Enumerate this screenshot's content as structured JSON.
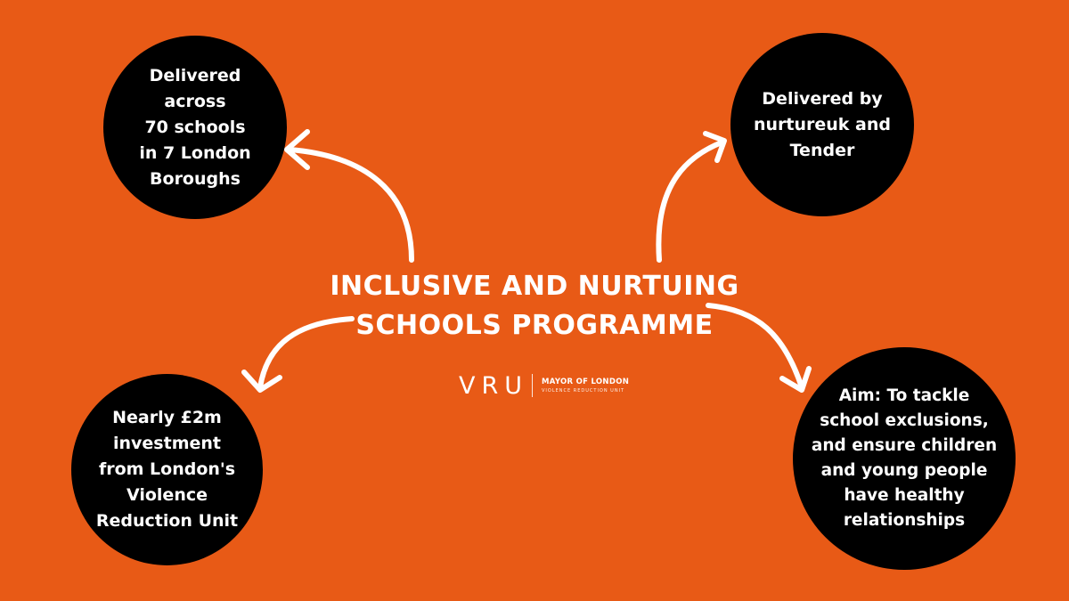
{
  "title": {
    "line1": "INCLUSIVE AND NURTUING",
    "line2": "SCHOOLS PROGRAMME"
  },
  "logo": {
    "vru": "VRU",
    "mayor": "MAYOR OF LONDON",
    "unit": "VIOLENCE REDUCTION UNIT"
  },
  "nodes": {
    "top_left": "Delivered\nacross\n70 schools\nin 7 London\nBoroughs",
    "top_right": "Delivered by\nnurtureuk and\nTender",
    "bottom_left": "Nearly £2m\ninvestment\nfrom London's\nViolence\nReduction Unit",
    "bottom_right": "Aim: To tackle\nschool exclusions,\nand ensure children\nand young people\nhave healthy\nrelationships"
  },
  "colors": {
    "background": "#e85a16",
    "circle": "#000000",
    "text": "#ffffff"
  }
}
